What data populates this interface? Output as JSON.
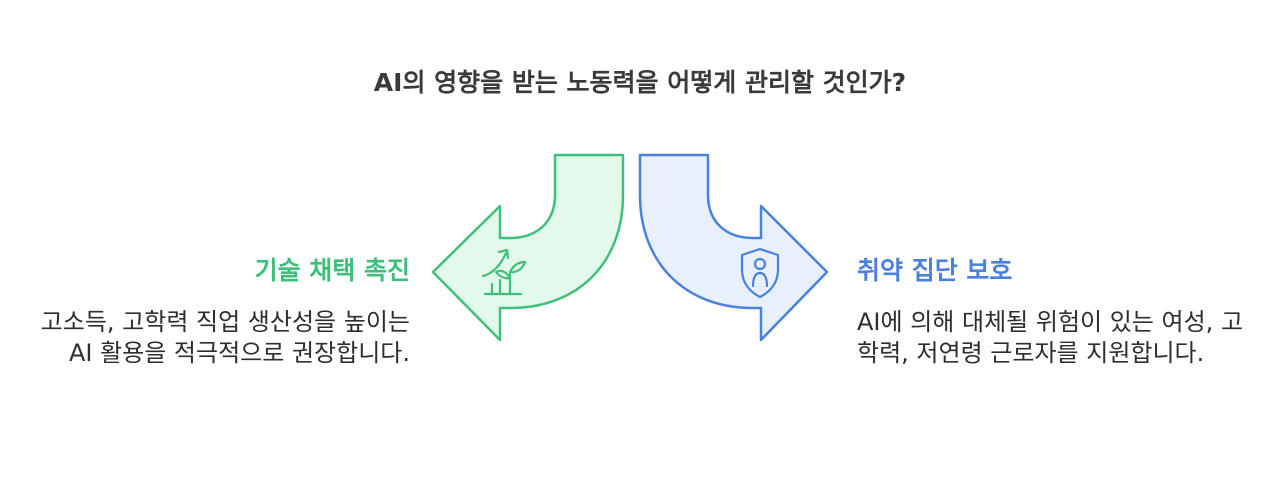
{
  "title": "AI의 영향을 받는 노동력을 어떻게 관리할 것인가?",
  "left": {
    "title": "기술 채택 촉진",
    "description": "고소득, 고학력 직업 생산성을 높이는 AI 활용을 적극적으로 권장합니다.",
    "icon": "plant-growth-icon",
    "color": "#3fc07a",
    "fill": "#e3f9ec"
  },
  "right": {
    "title": "취약 집단 보호",
    "description": "AI에 의해 대체될 위험이 있는 여성, 고학력, 저연령 근로자를 지원합니다.",
    "icon": "shield-person-icon",
    "color": "#4a80de",
    "fill": "#e8f0fc"
  }
}
